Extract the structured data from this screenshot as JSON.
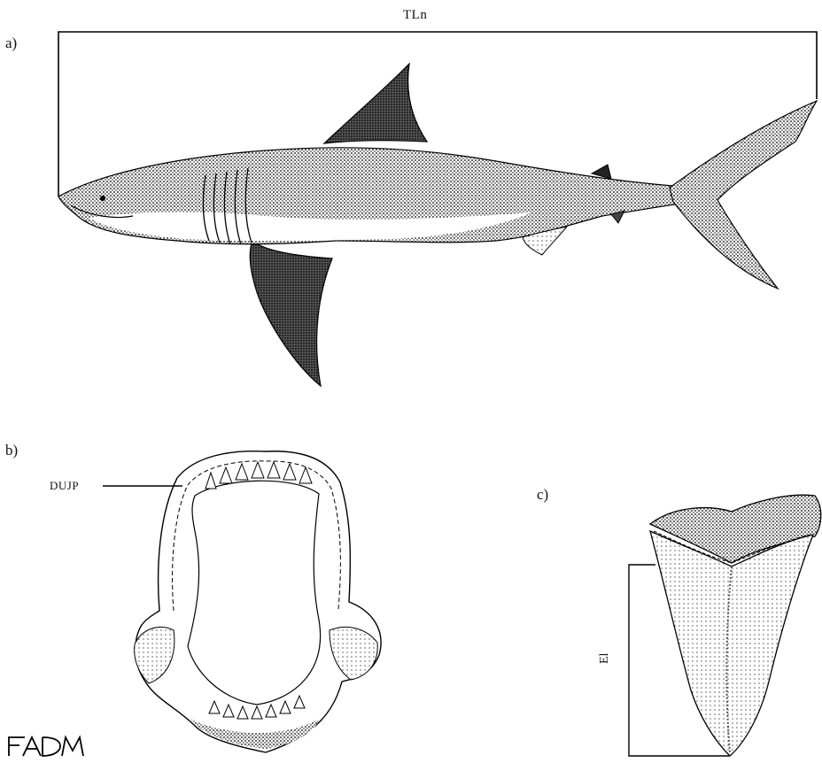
{
  "figure": {
    "panel_labels": {
      "a": "a)",
      "b": "b)",
      "c": "c)"
    },
    "measurements": {
      "total_length": "TLn",
      "upper_jaw_perimeter": "DUJP",
      "enamel_height": "El"
    },
    "signature": "FADM"
  }
}
